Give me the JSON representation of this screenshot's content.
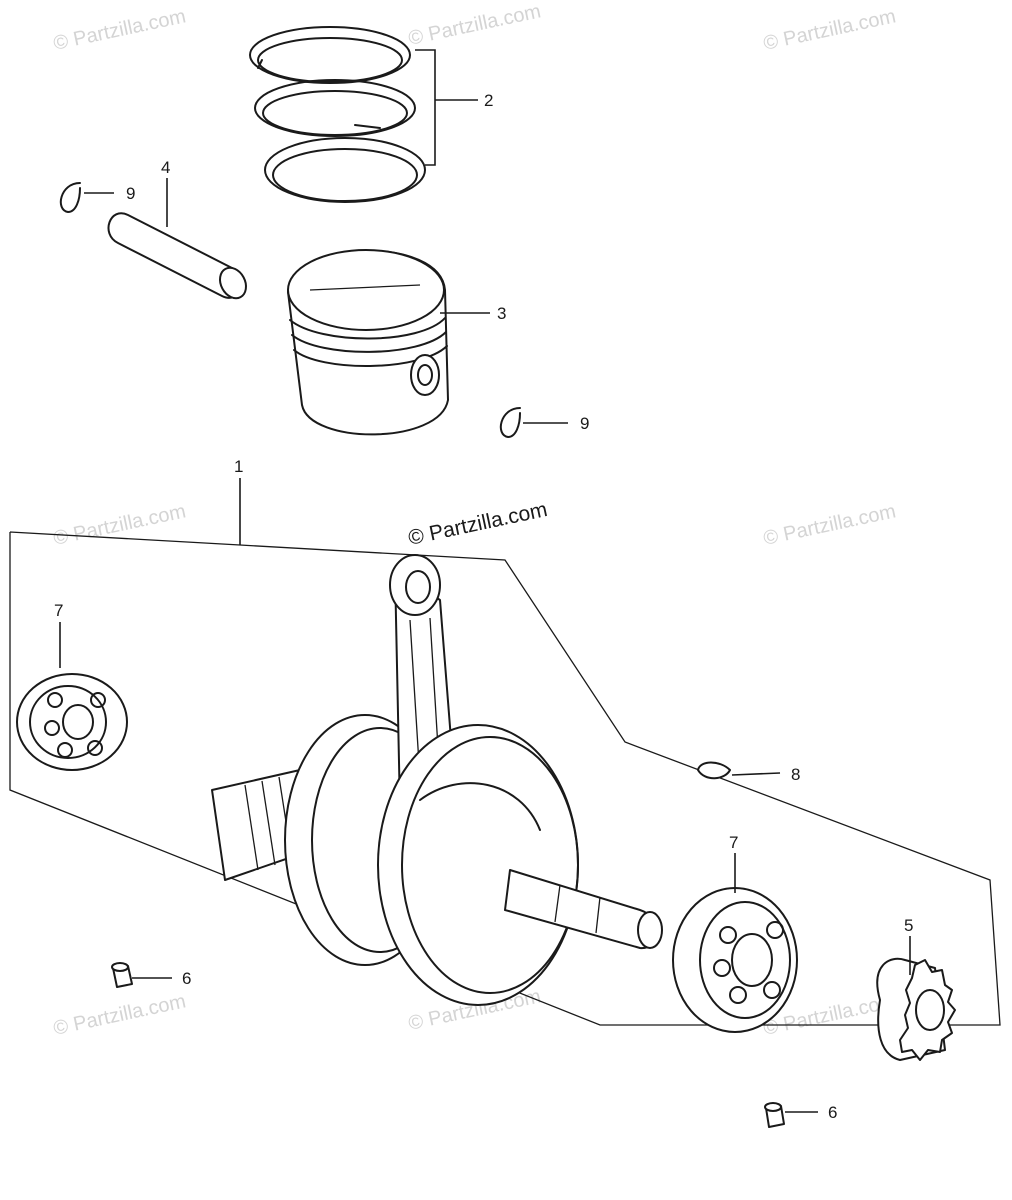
{
  "watermark": {
    "text": "© Partzilla.com",
    "center_text": "© Partzilla.com"
  },
  "callouts": {
    "c1": "1",
    "c2": "2",
    "c3": "3",
    "c4": "4",
    "c5": "5",
    "c6a": "6",
    "c6b": "6",
    "c7a": "7",
    "c7b": "7",
    "c8": "8",
    "c9a": "9",
    "c9b": "9"
  }
}
